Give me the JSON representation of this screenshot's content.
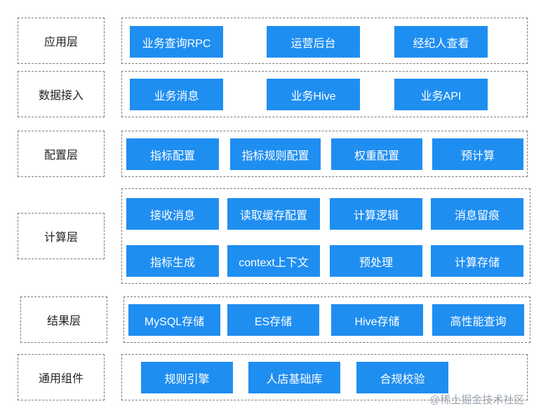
{
  "layers": [
    {
      "label": "应用层",
      "items": [
        "业务查询RPC",
        "运营后台",
        "经纪人查看"
      ]
    },
    {
      "label": "数据接入",
      "items": [
        "业务消息",
        "业务Hive",
        "业务API"
      ]
    },
    {
      "label": "配置层",
      "items": [
        "指标配置",
        "指标规则配置",
        "权重配置",
        "预计算"
      ]
    },
    {
      "label": "计算层",
      "items": [
        "接收消息",
        "读取缓存配置",
        "计算逻辑",
        "消息留痕",
        "指标生成",
        "context上下文",
        "预处理",
        "计算存储"
      ]
    },
    {
      "label": "结果层",
      "items": [
        "MySQL存储",
        "ES存储",
        "Hive存储",
        "高性能查询"
      ]
    },
    {
      "label": "通用组件",
      "items": [
        "规则引擎",
        "人店基础库",
        "合规校验"
      ]
    }
  ],
  "watermark": "@稀土掘金技术社区",
  "colors": {
    "box_fill": "#1f8ef1",
    "box_text": "#ffffff",
    "dashed_border": "#7a7a7a"
  }
}
